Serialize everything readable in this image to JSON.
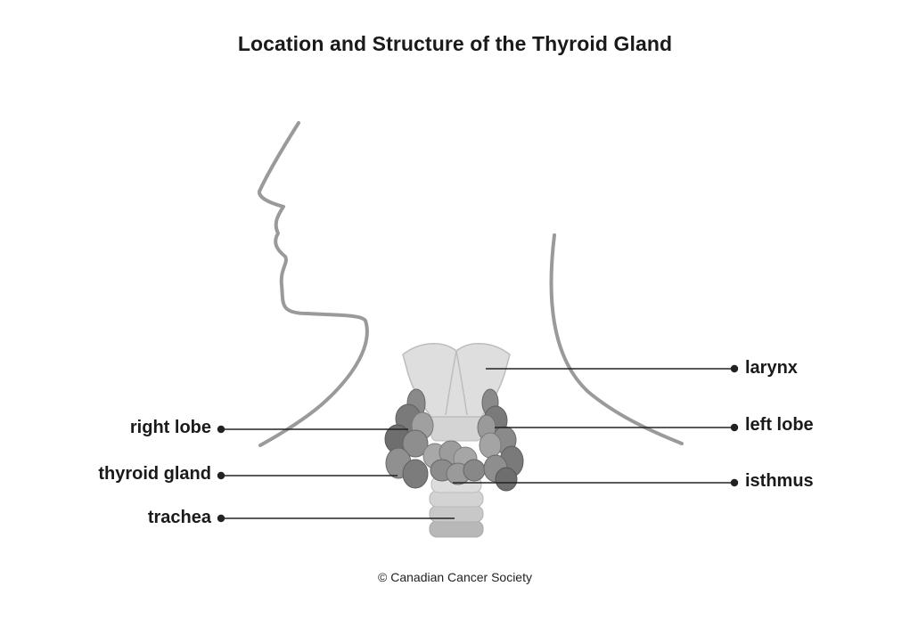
{
  "title": "Location and Structure of the Thyroid Gland",
  "labels": {
    "larynx": "larynx",
    "left_lobe": "left lobe",
    "isthmus": "isthmus",
    "right_lobe": "right lobe",
    "thyroid_gland": "thyroid gland",
    "trachea": "trachea"
  },
  "copyright": "© Canadian Cancer Society",
  "colors": {
    "outline": "#9a9a9a",
    "larynx": "#d9d9d9",
    "trachea": "#c8c8c8",
    "thyroid_dark": "#6e6e6e",
    "thyroid_mid": "#8a8a8a",
    "thyroid_light": "#a5a5a5",
    "leader": "#222222"
  }
}
